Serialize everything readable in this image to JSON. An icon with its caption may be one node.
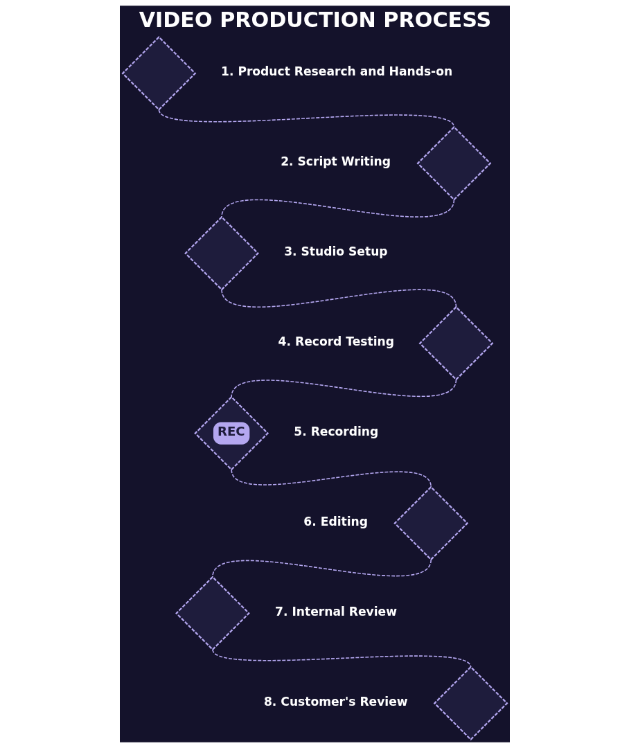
{
  "diagram": {
    "title": "VIDEO PRODUCTION PROCESS",
    "nodes": [
      {
        "text": [],
        "shape": "diamond",
        "beside": [
          "1. Product Research and Hands-on"
        ]
      },
      {
        "text": [],
        "shape": "diamond",
        "beside": [
          "2. Script Writing"
        ]
      },
      {
        "text": [],
        "shape": "diamond",
        "beside": [
          "3. Studio Setup"
        ]
      },
      {
        "text": [],
        "shape": "diamond",
        "beside": [
          "4. Record Testing"
        ]
      },
      {
        "text": [
          "REC"
        ],
        "beside": [
          "5. Recording"
        ]
      },
      {
        "text": [],
        "shape": "diamond",
        "beside": [
          "6. Editing"
        ]
      },
      {
        "text": [],
        "shape": "diamond",
        "beside": [
          "7. Internal Review"
        ]
      },
      {
        "text": [],
        "shape": "diamond",
        "beside": [
          "8. Customer's Review"
        ]
      }
    ],
    "edges": [
      {
        "from": 0,
        "to": 1,
        "arrow": "none",
        "style": "dashed"
      },
      {
        "from": 1,
        "to": 2,
        "arrow": "none",
        "style": "dashed"
      },
      {
        "from": 2,
        "to": 3,
        "arrow": "none",
        "style": "dashed"
      },
      {
        "from": 3,
        "to": 4,
        "arrow": "none",
        "style": "dashed"
      },
      {
        "from": 4,
        "to": 5,
        "arrow": "none",
        "style": "dashed"
      },
      {
        "from": 5,
        "to": 6,
        "arrow": "none",
        "style": "dashed"
      },
      {
        "from": 6,
        "to": 7,
        "arrow": "none",
        "style": "dashed"
      }
    ]
  }
}
